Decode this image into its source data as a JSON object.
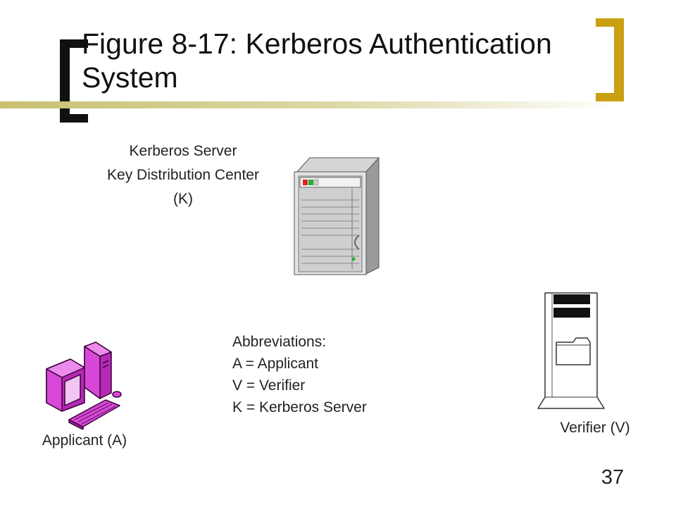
{
  "slide": {
    "title": "Figure 8-17: Kerberos Authentication System",
    "page_number": "37"
  },
  "nodes": {
    "server": {
      "label": "Kerberos Server\nKey Distribution Center\n(K)",
      "icon": "server-tower-icon"
    },
    "applicant": {
      "label": "Applicant (A)",
      "icon": "desktop-computer-icon",
      "color": "#d040d0"
    },
    "verifier": {
      "label": "Verifier (V)",
      "icon": "file-server-icon"
    }
  },
  "abbreviations": {
    "heading": "Abbreviations:",
    "items": [
      "A = Applicant",
      "V = Verifier",
      "K = Kerberos Server"
    ]
  },
  "colors": {
    "accent": "#c9a012",
    "dark_bracket": "#111111",
    "applicant_purple": "#d040d0"
  }
}
